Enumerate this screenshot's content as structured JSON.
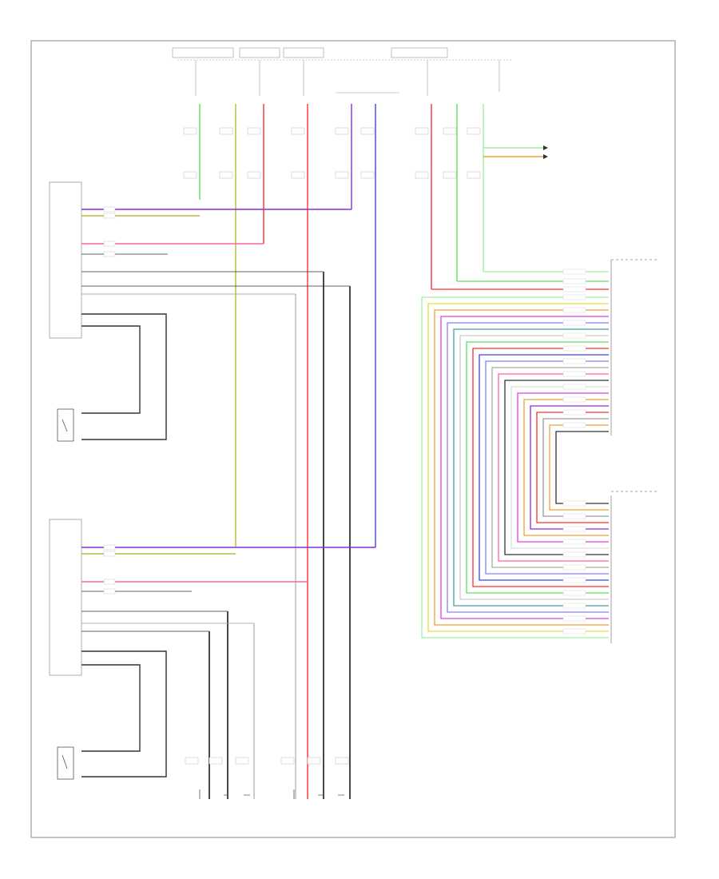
{
  "sheet": {
    "colors": {
      "violet": "#8a2be2",
      "orange": "#f0a030",
      "olive": "#b8b83a",
      "red": "#ff3030",
      "pink": "#ff60a0",
      "green": "#5ee05e",
      "lightgreen": "#a0f0a0",
      "black": "#333333",
      "gray": "#9a9a9a",
      "blue": "#4040ff",
      "teal": "#40a0a0",
      "yellow": "#e0e040",
      "magenta": "#e040e0",
      "brown": "#c08040",
      "lightblue": "#8080ff",
      "frame": "#888888"
    },
    "icons": [
      "switch-symbol",
      "connector-arrow",
      "ground-arrow"
    ]
  }
}
